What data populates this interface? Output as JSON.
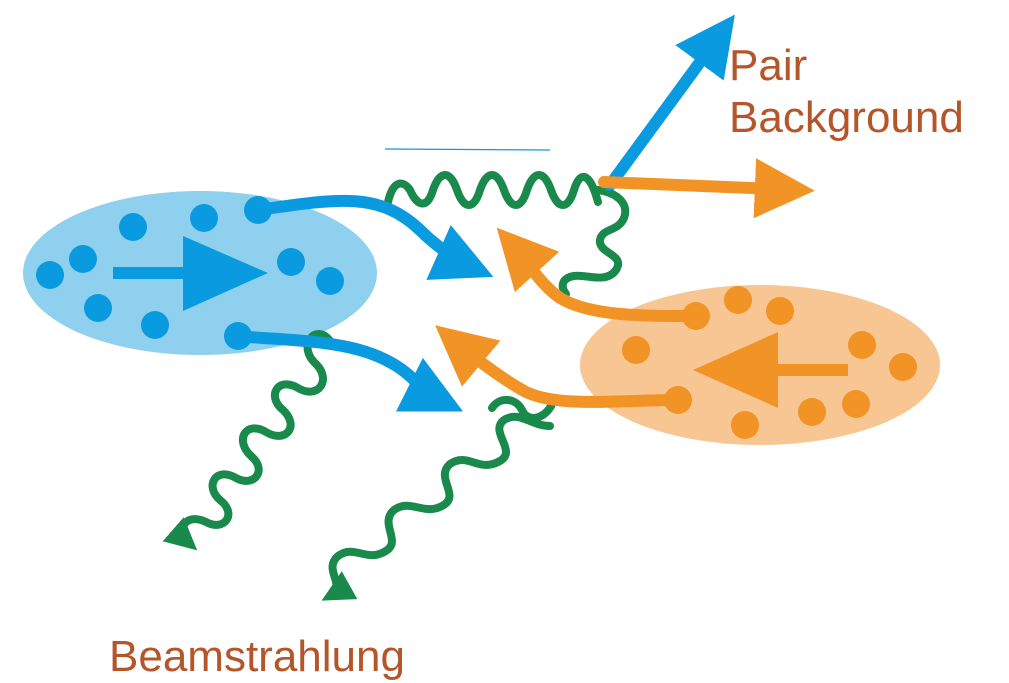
{
  "labels": {
    "pair_line1": "Pair",
    "pair_line2": "Background",
    "beamstrahlung": "Beamstrahlung"
  },
  "colors": {
    "electron": "#0a9ae0",
    "electron_bunch": "#8fd0ef",
    "positron": "#f29325",
    "positron_bunch": "#f7c693",
    "photon": "#1a8a4c",
    "label_text": "#b4552a"
  },
  "icons": {
    "electron_bunch": "ellipse-with-dots-and-right-arrow",
    "positron_bunch": "ellipse-with-dots-and-left-arrow",
    "photon": "wavy-line-arrow"
  }
}
